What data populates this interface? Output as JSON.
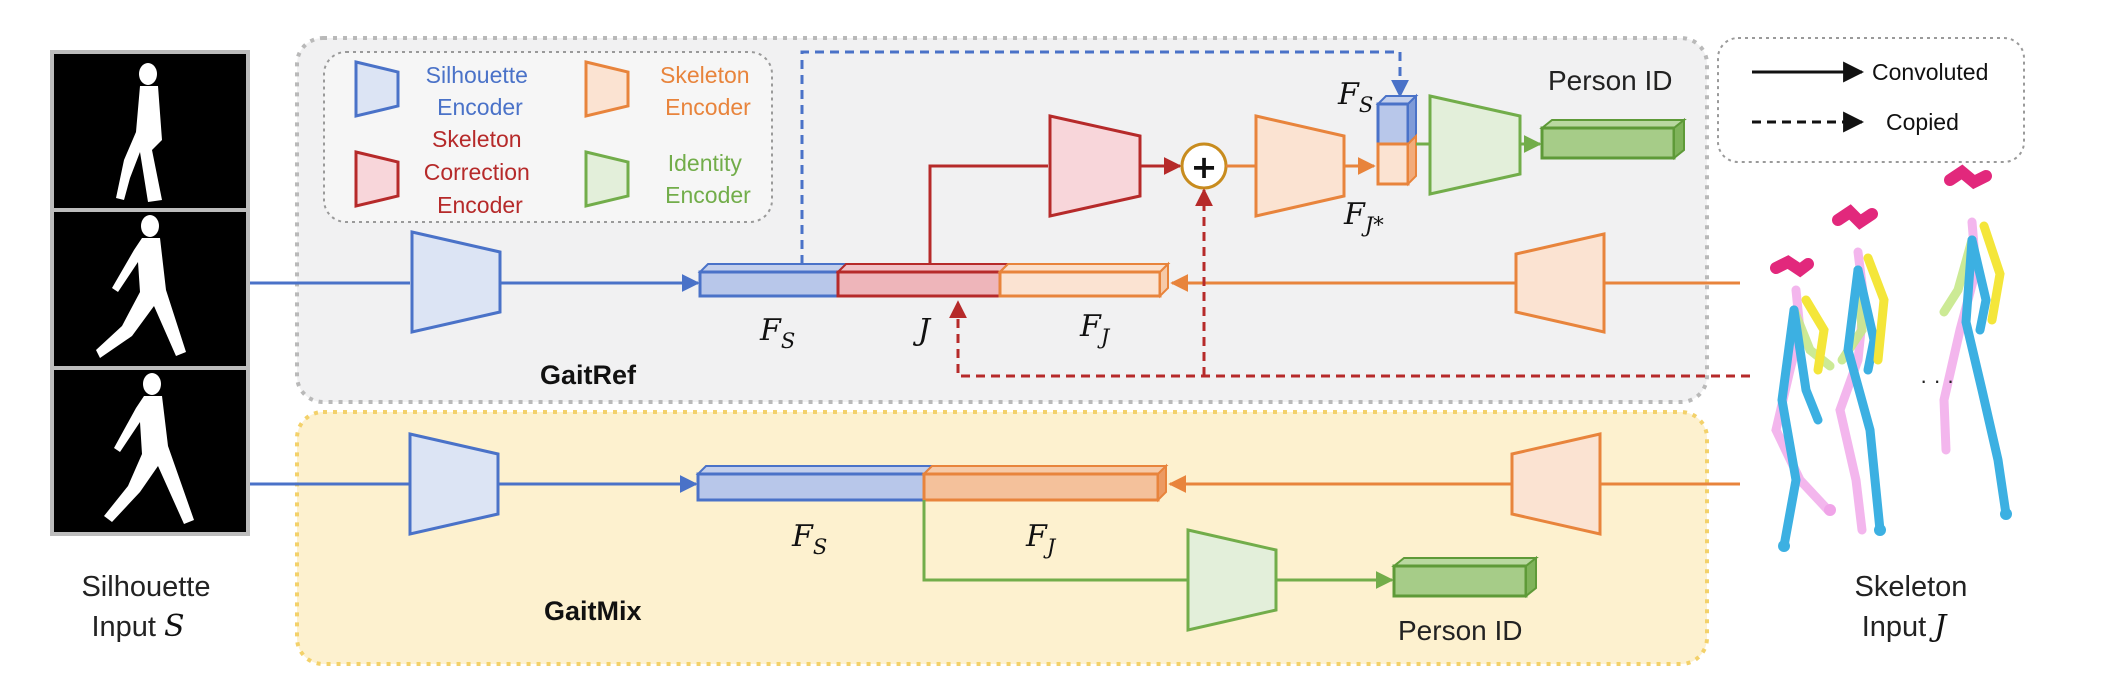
{
  "legend": {
    "silhouette_encoder": [
      "Silhouette",
      "Encoder"
    ],
    "skeleton_encoder": [
      "Skeleton",
      "Encoder"
    ],
    "skeleton_correction_encoder": [
      "Skeleton",
      "Correction",
      "Encoder"
    ],
    "identity_encoder": [
      "Identity",
      "Encoder"
    ],
    "convoluted": "Convoluted",
    "copied": "Copied"
  },
  "inputs": {
    "silhouette": [
      "Silhouette",
      "Input "
    ],
    "silhouette_symbol": "S",
    "skeleton": [
      "Skeleton",
      "Input "
    ],
    "skeleton_symbol": "J",
    "ellipsis": "· · ·"
  },
  "gaitref": {
    "title": "GaitRef",
    "person_id": "Person ID",
    "fs": "F",
    "fs_sub": "S",
    "j": "J",
    "fj": "F",
    "fj_sub": "J",
    "fs_top": "F",
    "fs_top_sub": "S",
    "fjstar": "F",
    "fjstar_sub": "J*",
    "plus": "+"
  },
  "gaitmix": {
    "title": "GaitMix",
    "person_id": "Person ID",
    "fs": "F",
    "fs_sub": "S",
    "fj": "F",
    "fj_sub": "J"
  },
  "colors": {
    "silhouette": "#4a72c8",
    "silhouette_fill": "#dce4f4",
    "skeleton": "#e8843c",
    "skeleton_fill": "#fbe3d2",
    "correction": "#b62a2a",
    "correction_fill": "#f8d6da",
    "identity": "#72ad4a",
    "identity_fill": "#e3efda",
    "gaitref_bg": "#f1f1f2",
    "gaitmix_bg": "#fdf1cf"
  }
}
